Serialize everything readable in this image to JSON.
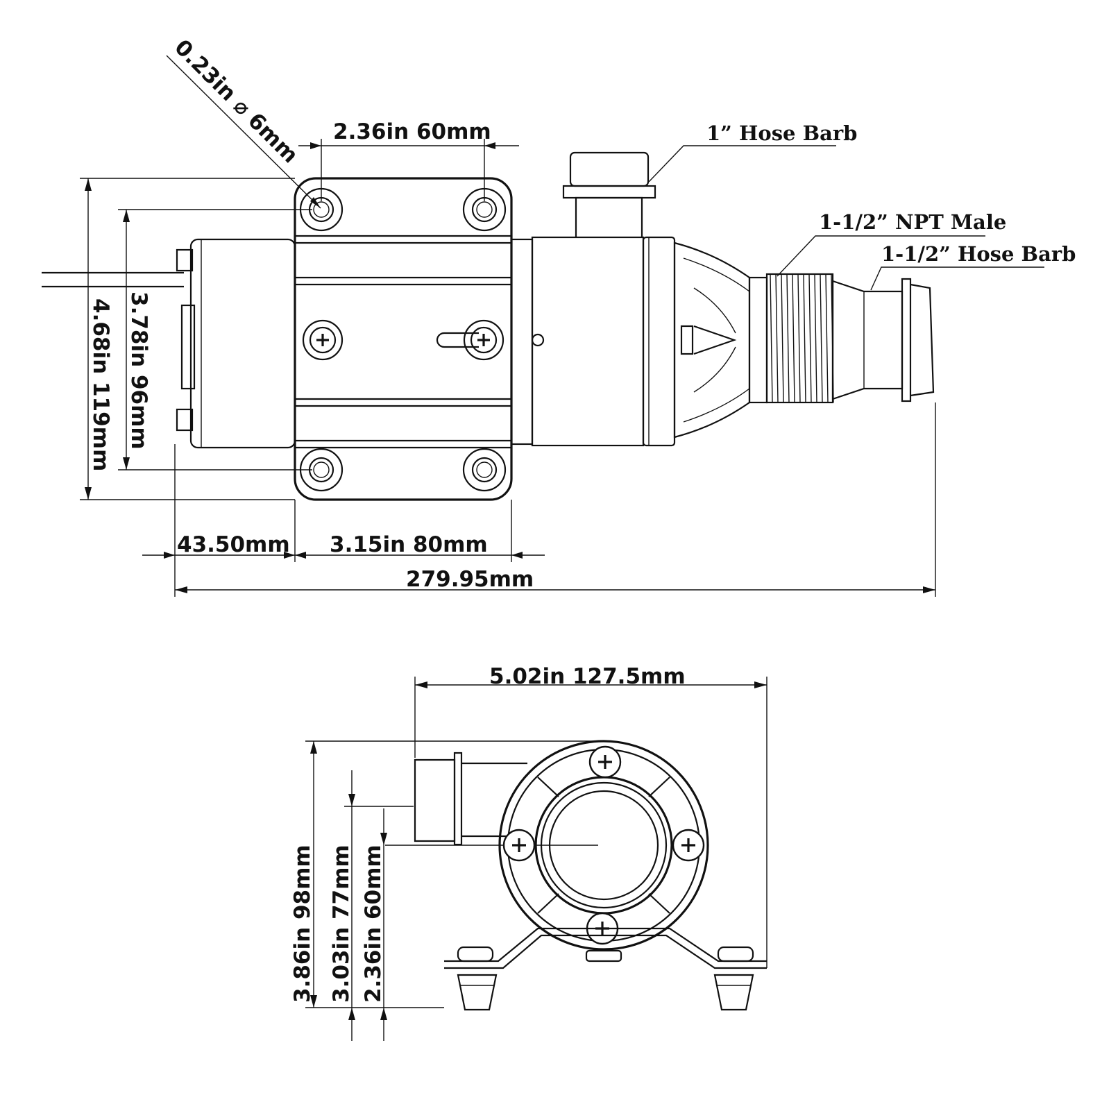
{
  "top_view": {
    "dims": {
      "hole_diameter": "0.23in  ⌀ 6mm",
      "hole_spacing_top": "2.36in 60mm",
      "overall_height": "4.68in  119mm",
      "hole_spacing_vertical": "3.78in  96mm",
      "offset_left": "43.50mm",
      "hole_spacing_bottom": "3.15in  80mm",
      "overall_length": "279.95mm"
    },
    "callouts": {
      "hose_barb_1": "1”  Hose Barb",
      "npt_male": "1-1/2”  NPT Male",
      "hose_barb_15": "1-1/2”  Hose Barb"
    }
  },
  "end_view": {
    "dims": {
      "overall_width": "5.02in    127.5mm",
      "overall_height": "3.86in  98mm",
      "outlet_height": "3.03in    77mm",
      "inlet_height": "2.36in    60mm"
    }
  }
}
